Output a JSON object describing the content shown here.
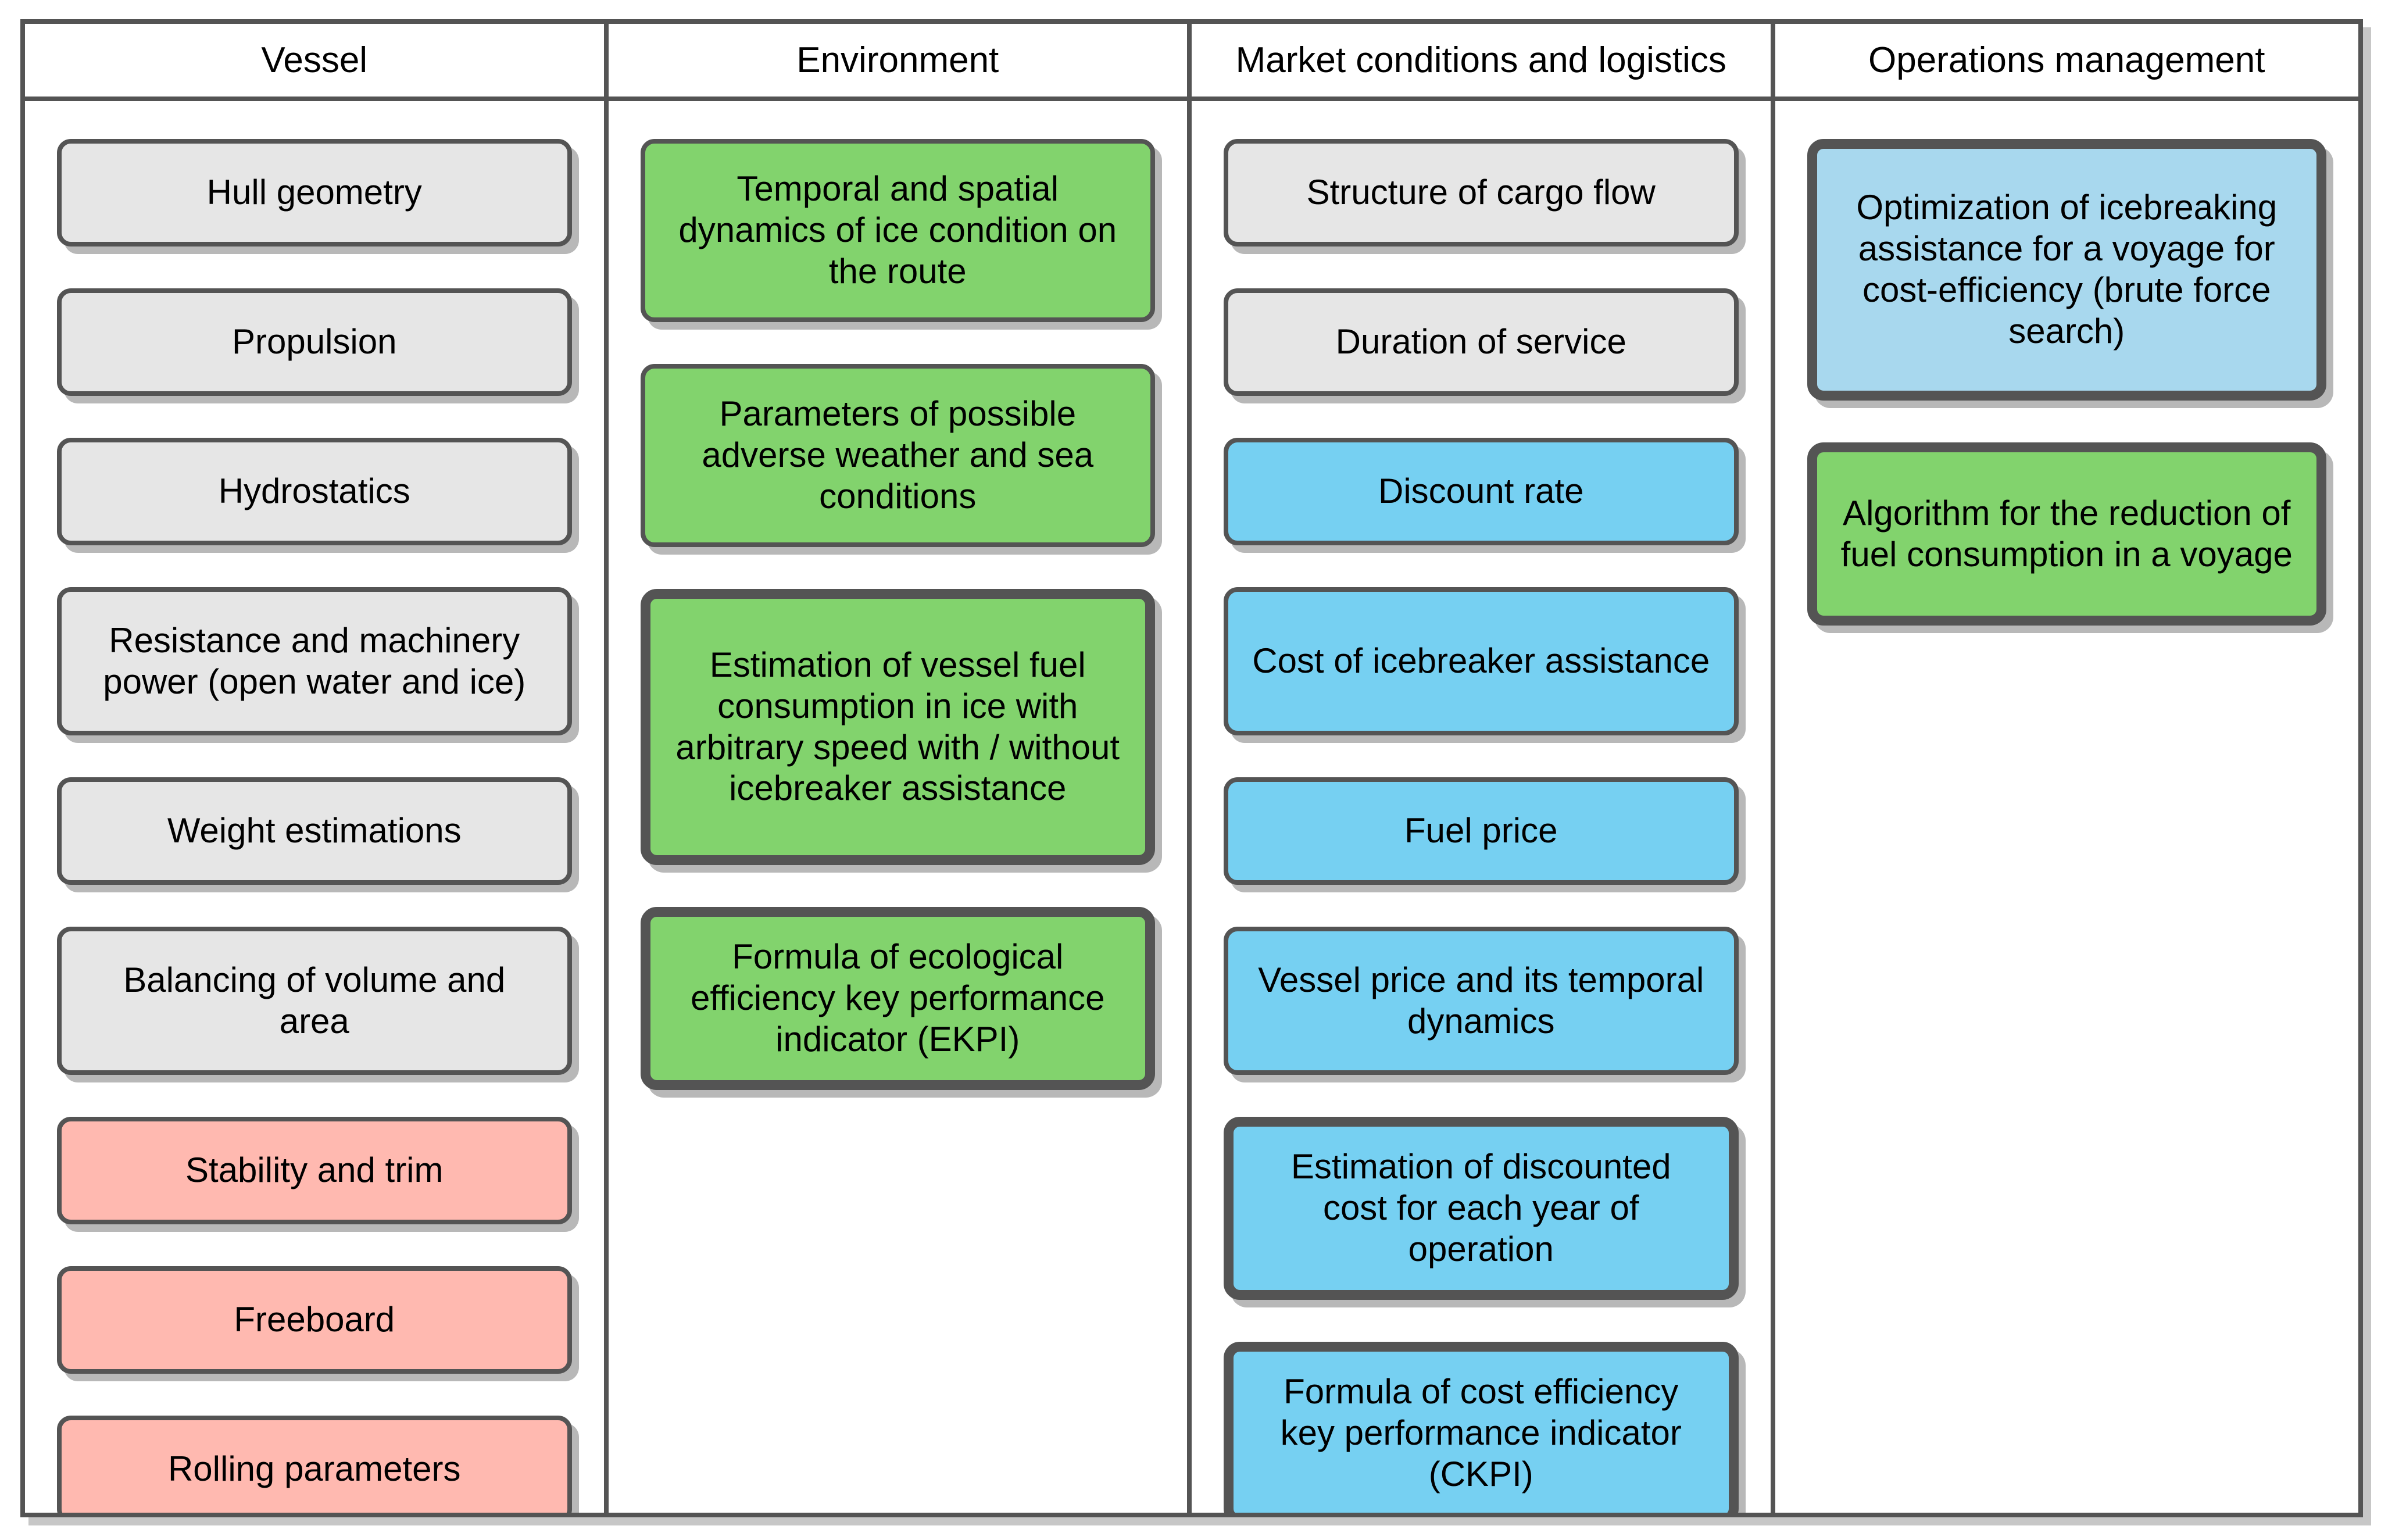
{
  "diagram": {
    "title_note": "Swimlane diagram with four labeled columns of rounded parameter/process boxes",
    "palette": {
      "border": "#545454",
      "gray": "#e6e6e6",
      "green": "#82d36d",
      "blue": "#76d0f2",
      "light_blue": "#a8d8ee",
      "pink": "#ffb9b0",
      "lane_background": "#ffffff",
      "shadow": "rgba(0,0,0,0.28)"
    },
    "columns": [
      {
        "header": "Vessel",
        "boxes": [
          {
            "label": "Hull geometry",
            "color": "gray",
            "emphasized": false
          },
          {
            "label": "Propulsion",
            "color": "gray",
            "emphasized": false
          },
          {
            "label": "Hydrostatics",
            "color": "gray",
            "emphasized": false
          },
          {
            "label": "Resistance and machinery power (open water and ice)",
            "color": "gray",
            "emphasized": false
          },
          {
            "label": "Weight estimations",
            "color": "gray",
            "emphasized": false
          },
          {
            "label": "Balancing of volume and area",
            "color": "gray",
            "emphasized": false
          },
          {
            "label": "Stability and trim",
            "color": "pink",
            "emphasized": false
          },
          {
            "label": "Freeboard",
            "color": "pink",
            "emphasized": false
          },
          {
            "label": "Rolling parameters",
            "color": "pink",
            "emphasized": false
          }
        ]
      },
      {
        "header": "Environment",
        "boxes": [
          {
            "label": "Temporal and spatial dynamics of ice condition on the route",
            "color": "green",
            "emphasized": false
          },
          {
            "label": "Parameters of possible adverse weather and sea conditions",
            "color": "green",
            "emphasized": false
          },
          {
            "label": "Estimation of vessel fuel consumption in ice with arbitrary speed with / without icebreaker assistance",
            "color": "green",
            "emphasized": true
          },
          {
            "label": "Formula of ecological efficiency key performance indicator (EKPI)",
            "color": "green",
            "emphasized": true
          }
        ]
      },
      {
        "header": "Market conditions and logistics",
        "boxes": [
          {
            "label": "Structure of cargo flow",
            "color": "gray",
            "emphasized": false
          },
          {
            "label": "Duration of service",
            "color": "gray",
            "emphasized": false
          },
          {
            "label": "Discount rate",
            "color": "blue",
            "emphasized": false
          },
          {
            "label": "Cost of icebreaker assistance",
            "color": "blue",
            "emphasized": false
          },
          {
            "label": "Fuel price",
            "color": "blue",
            "emphasized": false
          },
          {
            "label": "Vessel price and its temporal dynamics",
            "color": "blue",
            "emphasized": false
          },
          {
            "label": "Estimation of discounted cost for each year of operation",
            "color": "blue",
            "emphasized": true
          },
          {
            "label": "Formula of cost efficiency key performance indicator (CKPI)",
            "color": "blue",
            "emphasized": true
          }
        ]
      },
      {
        "header": "Operations management",
        "boxes": [
          {
            "label": "Optimization of icebreaking assistance for a voyage for cost-efficiency (brute force search)",
            "color": "light_blue",
            "emphasized": true
          },
          {
            "label": "Algorithm for the reduction of fuel consumption in a voyage",
            "color": "green",
            "emphasized": true
          }
        ]
      }
    ]
  }
}
